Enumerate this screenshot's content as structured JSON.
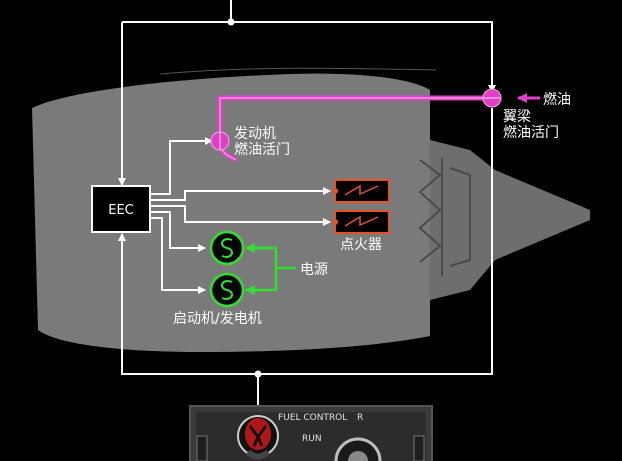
{
  "colors": {
    "background": "#000000",
    "engine_body": "#7a7a7a",
    "engine_dark": "#5e5e5e",
    "wire": "#ffffff",
    "fuel": "#e040c8",
    "fuel_light": "#f3a6e6",
    "ignitor": "#e8502c",
    "starter_green": "#2fe02f",
    "panel": "#3a3a3a"
  },
  "labels": {
    "fuel": "燃油",
    "spar_valve_l1": "翼梁",
    "spar_valve_l2": "燃油活门",
    "engine_valve_l1": "发动机",
    "engine_valve_l2": "燃油活门",
    "eec": "EEC",
    "igniter": "点火器",
    "power": "电源",
    "starter_generator": "启动机/发电机"
  },
  "panel": {
    "fuel_control": "FUEL CONTROL",
    "side": "R",
    "run": "RUN"
  },
  "icons": [
    "arrow-icon",
    "igniter-icon",
    "starter-generator-icon",
    "valve-icon",
    "fuel-switch-icon"
  ]
}
